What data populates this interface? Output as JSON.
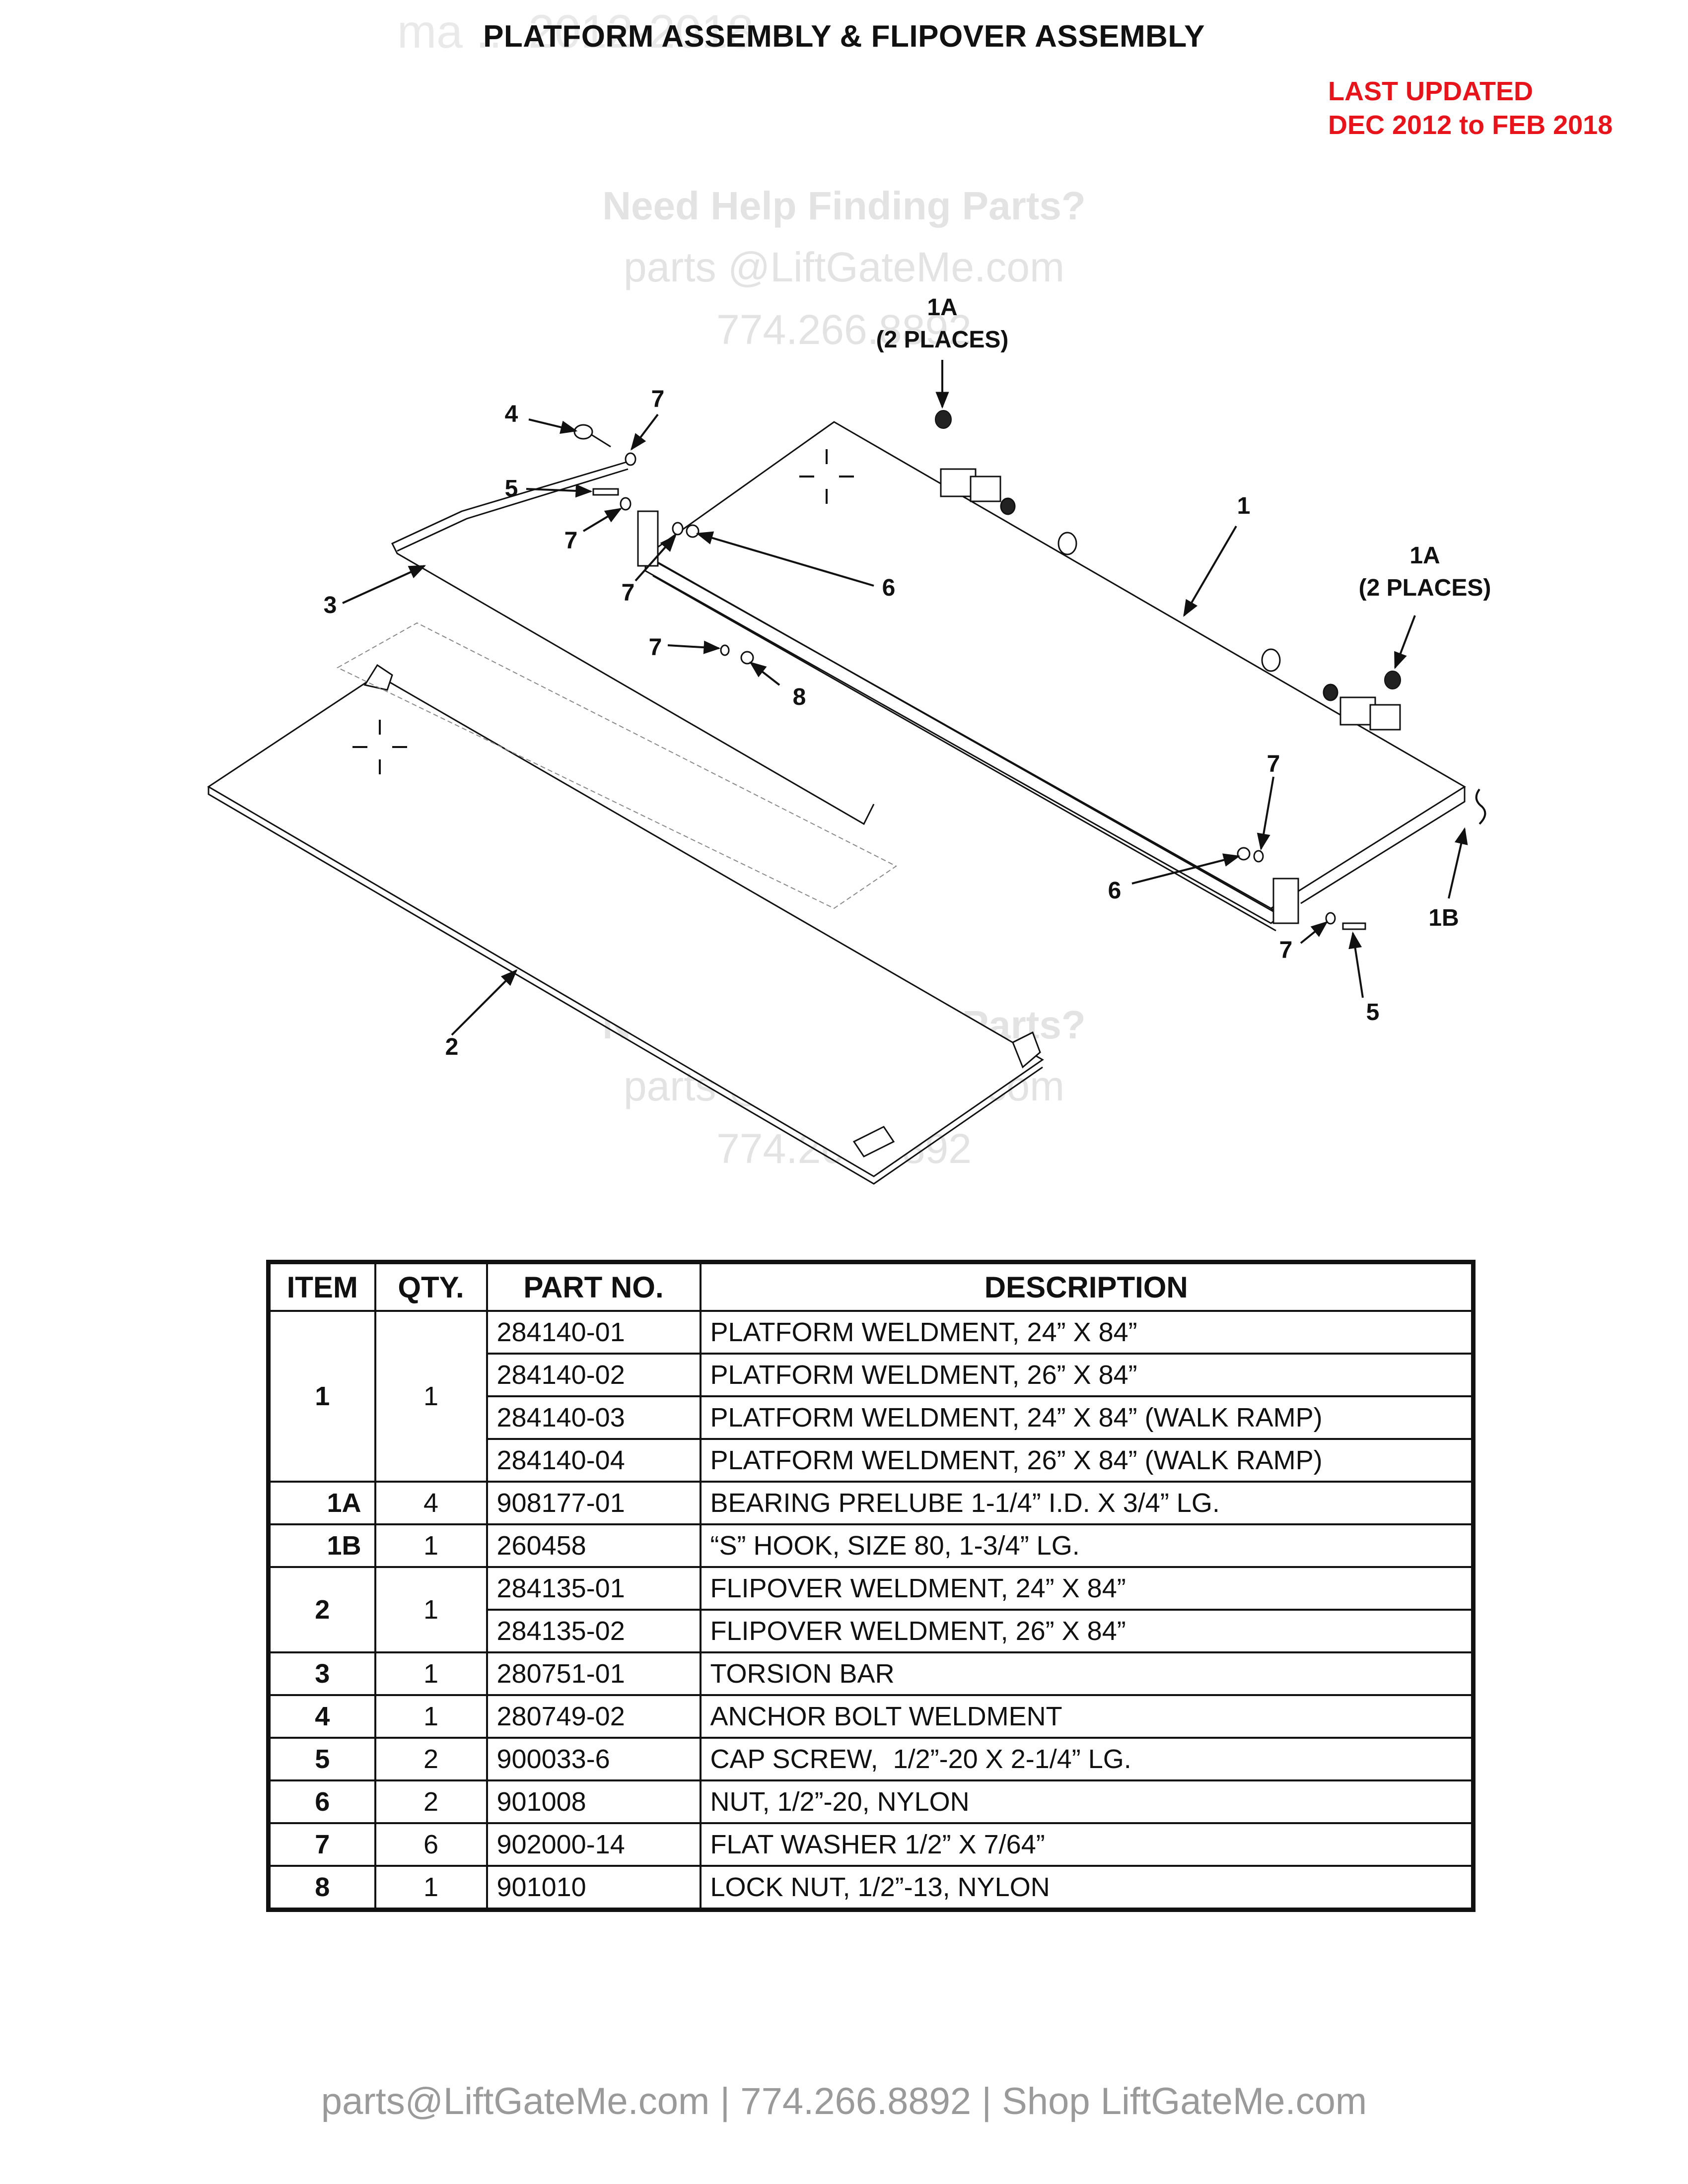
{
  "header": {
    "title": "PLATFORM ASSEMBLY & FLIPOVER ASSEMBLY",
    "watermark": "ma ... 2012-2018",
    "last_updated_line1": "LAST UPDATED",
    "last_updated_line2": "DEC 2012 to FEB 2018"
  },
  "help_watermark": {
    "line1": "Need Help Finding Parts?",
    "line2": "parts @LiftGateMe.com",
    "line3": "774.266.8892"
  },
  "callouts": {
    "c1a_top_line1": "1A",
    "c1a_top_line2": "(2 PLACES)",
    "c1a_right_line1": "1A",
    "c1a_right_line2": "(2 PLACES)",
    "c1": "1",
    "c1b": "1B",
    "c2": "2",
    "c3": "3",
    "c4": "4",
    "c5": "5",
    "c6": "6",
    "c7": "7",
    "c8": "8"
  },
  "table": {
    "headers": [
      "ITEM",
      "QTY.",
      "PART NO.",
      "DESCRIPTION"
    ],
    "rows": [
      {
        "item": "1",
        "qty": "1",
        "parts": [
          {
            "part_no": "284140-01",
            "description": "PLATFORM WELDMENT, 24” X 84”"
          },
          {
            "part_no": "284140-02",
            "description": "PLATFORM WELDMENT, 26” X 84”"
          },
          {
            "part_no": "284140-03",
            "description": "PLATFORM WELDMENT, 24” X 84” (WALK RAMP)"
          },
          {
            "part_no": "284140-04",
            "description": "PLATFORM WELDMENT, 26” X 84” (WALK RAMP)"
          }
        ]
      },
      {
        "item": "1A",
        "qty": "4",
        "parts": [
          {
            "part_no": "908177-01",
            "description": "BEARING PRELUBE 1-1/4” I.D. X 3/4” LG."
          }
        ]
      },
      {
        "item": "1B",
        "qty": "1",
        "parts": [
          {
            "part_no": "260458",
            "description": "“S” HOOK, SIZE 80, 1-3/4” LG."
          }
        ]
      },
      {
        "item": "2",
        "qty": "1",
        "parts": [
          {
            "part_no": "284135-01",
            "description": "FLIPOVER WELDMENT, 24” X 84”"
          },
          {
            "part_no": "284135-02",
            "description": "FLIPOVER WELDMENT, 26” X 84”"
          }
        ]
      },
      {
        "item": "3",
        "qty": "1",
        "parts": [
          {
            "part_no": "280751-01",
            "description": "TORSION BAR"
          }
        ]
      },
      {
        "item": "4",
        "qty": "1",
        "parts": [
          {
            "part_no": "280749-02",
            "description": "ANCHOR BOLT WELDMENT"
          }
        ]
      },
      {
        "item": "5",
        "qty": "2",
        "parts": [
          {
            "part_no": "900033-6",
            "description": "CAP SCREW,  1/2”-20 X 2-1/4” LG."
          }
        ]
      },
      {
        "item": "6",
        "qty": "2",
        "parts": [
          {
            "part_no": "901008",
            "description": "NUT, 1/2”-20, NYLON"
          }
        ]
      },
      {
        "item": "7",
        "qty": "6",
        "parts": [
          {
            "part_no": "902000-14",
            "description": "FLAT WASHER 1/2” X 7/64”"
          }
        ]
      },
      {
        "item": "8",
        "qty": "1",
        "parts": [
          {
            "part_no": "901010",
            "description": "LOCK NUT, 1/2”-13, NYLON"
          }
        ]
      }
    ]
  },
  "footer": {
    "text": "parts@LiftGateMe.com | 774.266.8892 | Shop LiftGateMe.com"
  }
}
